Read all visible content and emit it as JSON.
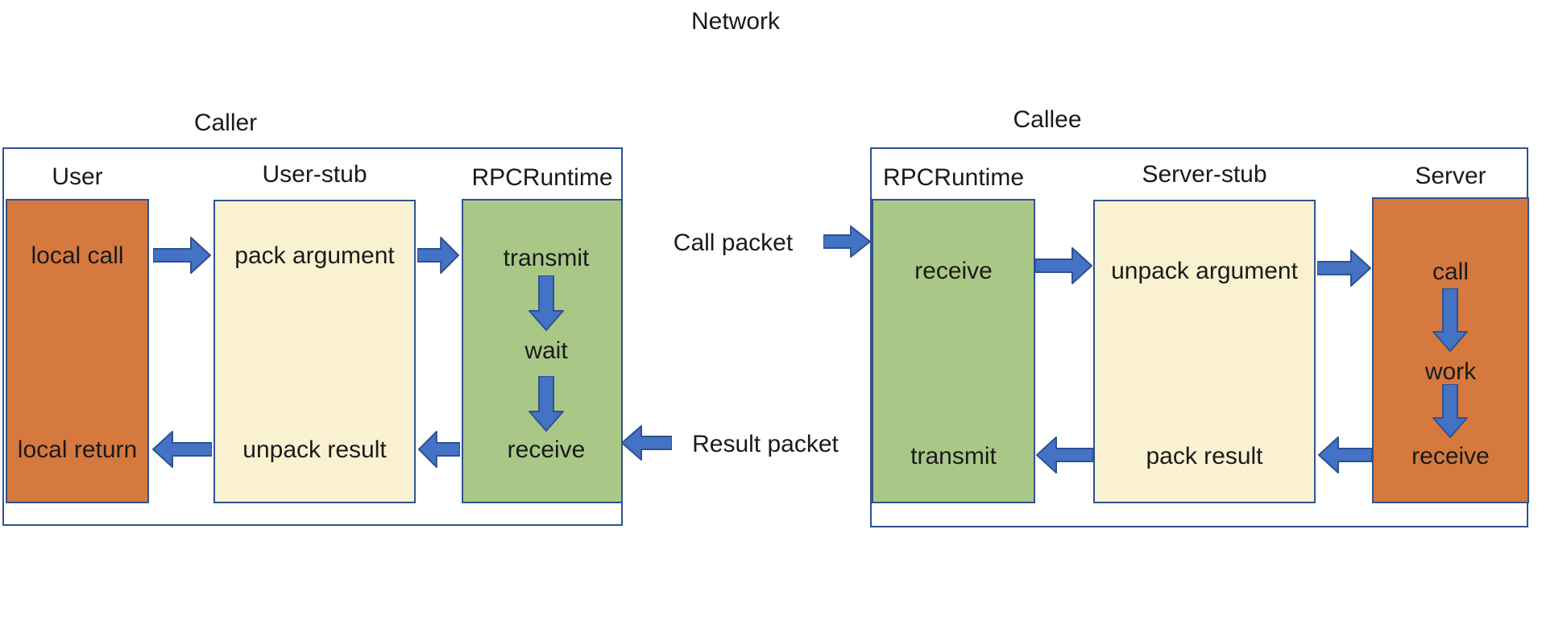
{
  "network_label": "Network",
  "packets": {
    "call": "Call packet",
    "result": "Result packet"
  },
  "caller": {
    "title": "Caller",
    "headers": {
      "user": "User",
      "user_stub": "User-stub",
      "rpcruntime": "RPCRuntime"
    },
    "user": {
      "row1": "local call",
      "row2": "local return"
    },
    "user_stub": {
      "row1": "pack argument",
      "row2": "unpack result"
    },
    "rpcruntime": {
      "row1": "transmit",
      "row2": "wait",
      "row3": "receive"
    }
  },
  "callee": {
    "title": "Callee",
    "headers": {
      "rpcruntime": "RPCRuntime",
      "server_stub": "Server-stub",
      "server": "Server"
    },
    "rpcruntime": {
      "row1": "receive",
      "row2": "transmit"
    },
    "server_stub": {
      "row1": "unpack argument",
      "row2": "pack result"
    },
    "server": {
      "row1": "call",
      "row2": "work",
      "row3": "receive"
    }
  },
  "colors": {
    "orange": "#D6793E",
    "cream": "#FAF1D0",
    "green": "#A9C887",
    "arrow_fill": "#4472C4",
    "arrow_stroke": "#2F528F",
    "border": "#2F528F"
  }
}
